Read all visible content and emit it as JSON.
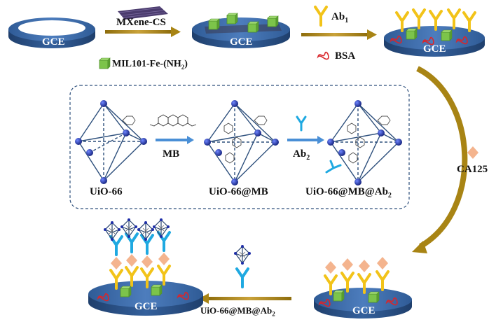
{
  "electrode_label": "GCE",
  "steps": {
    "step1_reagent": "MXene-CS",
    "legend_mof": "MIL101-Fe-(NH",
    "legend_mof_sub": "2",
    "legend_mof_close": ")",
    "step2_ab": "Ab",
    "step2_ab_sub": "1",
    "step2_block": "BSA",
    "step3_antigen": "CA125",
    "final_probe": "UiO-66@MB@Ab",
    "final_probe_sub": "2"
  },
  "inset": {
    "mof_label": "UiO-66",
    "dye_label": "MB",
    "mof_mb_label": "UiO-66@MB",
    "ab2_label": "Ab",
    "ab2_sub": "2",
    "probe_label": "UiO-66@MB@Ab",
    "probe_sub": "2"
  },
  "colors": {
    "electrode_top": "#3d6aa8",
    "electrode_side": "#2b5083",
    "arrow_gold": "#a88414",
    "mof_green": "#7cc44a",
    "ab1_yellow": "#f2c319",
    "ab2_cyan": "#1fa9e1",
    "antigen_peach": "#f4b48e",
    "bsa_red": "#d9262b",
    "inset_arrow": "#4a8fd6",
    "node_blue": "#1e2ea8"
  }
}
